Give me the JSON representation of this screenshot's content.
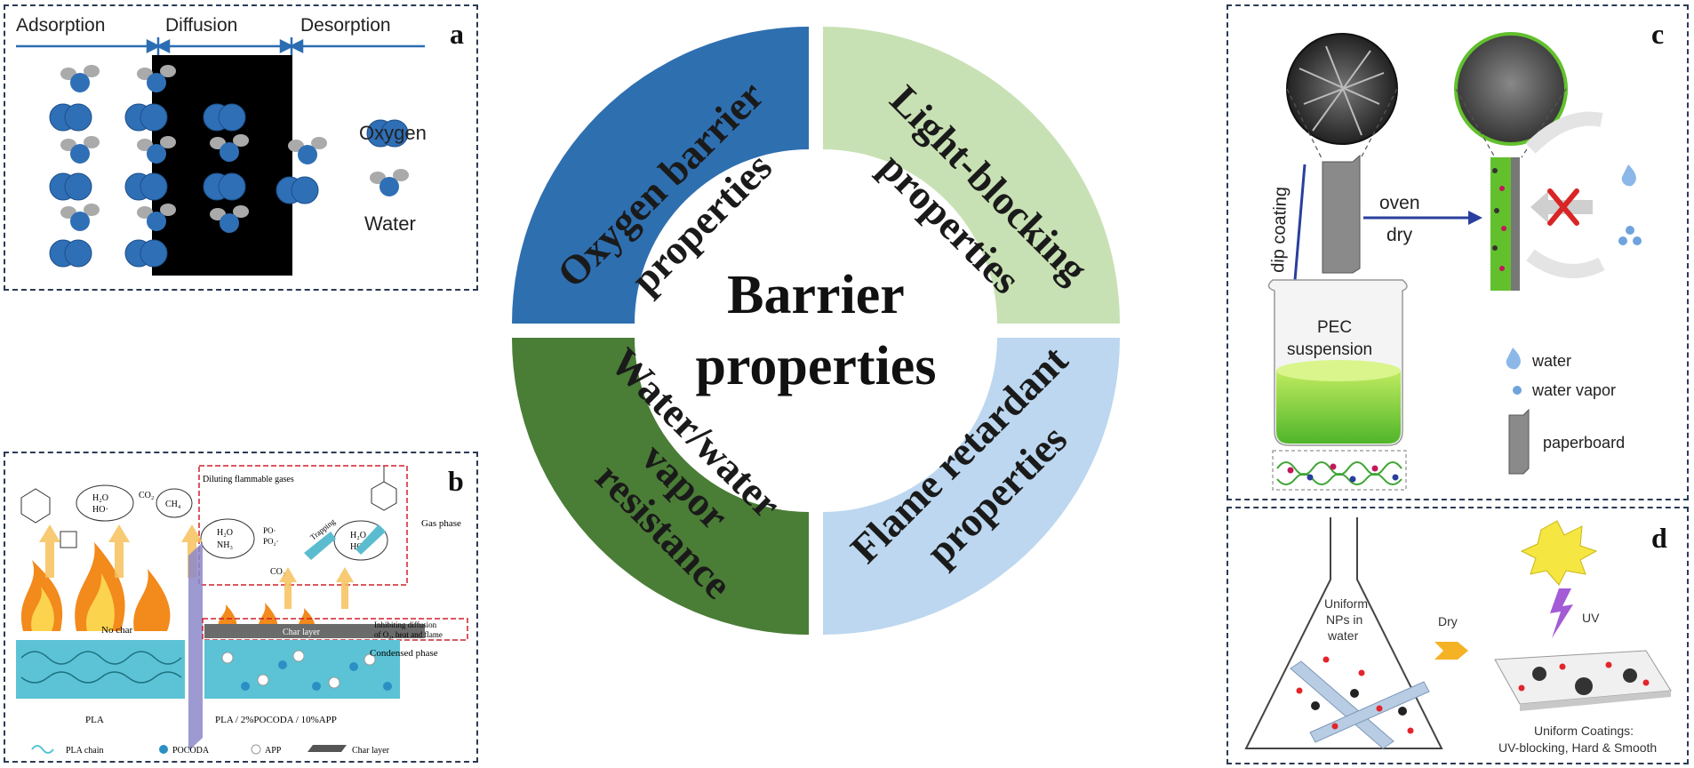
{
  "center": {
    "title_line1": "Barrier",
    "title_line2": "properties",
    "segments": [
      {
        "line1": "Oxygen barrier",
        "line2": "properties",
        "color": "#2e6fb0"
      },
      {
        "line1": "Light-blocking",
        "line2": "properties",
        "color": "#c8e1b4"
      },
      {
        "line1": "Water/water",
        "line2": "vapor",
        "line3": "resistance",
        "color": "#4a7d36"
      },
      {
        "line1": "Flame retardant",
        "line2": "properties",
        "color": "#bcd7ef"
      }
    ]
  },
  "panel_a": {
    "letter": "a",
    "stage_adsorption": "Adsorption",
    "stage_diffusion": "Diffusion",
    "stage_desorption": "Desorption",
    "legend_oxygen": "Oxygen",
    "legend_water": "Water"
  },
  "panel_b": {
    "letter": "b",
    "char_layer": "Char layer",
    "no_char": "No char",
    "gas_phase": "Gas phase",
    "condensed_phase": "Condensed phase",
    "diluting": "Diluting flammable gases",
    "trapping": "Trapping",
    "inhibiting_line1": "Inhibiting diffusion",
    "inhibiting_line2": "of O₂, heat and flame",
    "label_pla": "PLA",
    "label_pla_mix": "PLA / 2%POCODA / 10%APP",
    "legend_pla_chain": "PLA chain",
    "legend_pocoda": "POCODA",
    "legend_app": "APP",
    "legend_char": "Char layer",
    "chem_h2o": "H₂O",
    "chem_ho": "HO·",
    "chem_co2": "CO₂",
    "chem_ch4": "CH₄",
    "chem_nh3": "NH₃",
    "chem_po": "PO·",
    "chem_po2": "PO₂·"
  },
  "panel_c": {
    "letter": "c",
    "dip_coating": "dip coating",
    "oven": "oven",
    "dry": "dry",
    "pec_line1": "PEC",
    "pec_line2": "suspension",
    "legend_water": "water",
    "legend_vapor": "water vapor",
    "legend_paperboard": "paperboard"
  },
  "panel_d": {
    "letter": "d",
    "uniform_line1": "Uniform",
    "uniform_line2": "NPs in",
    "uniform_line3": "water",
    "dry": "Dry",
    "uv": "UV",
    "coating_line1": "Uniform Coatings:",
    "coating_line2": "UV-blocking, Hard & Smooth"
  }
}
